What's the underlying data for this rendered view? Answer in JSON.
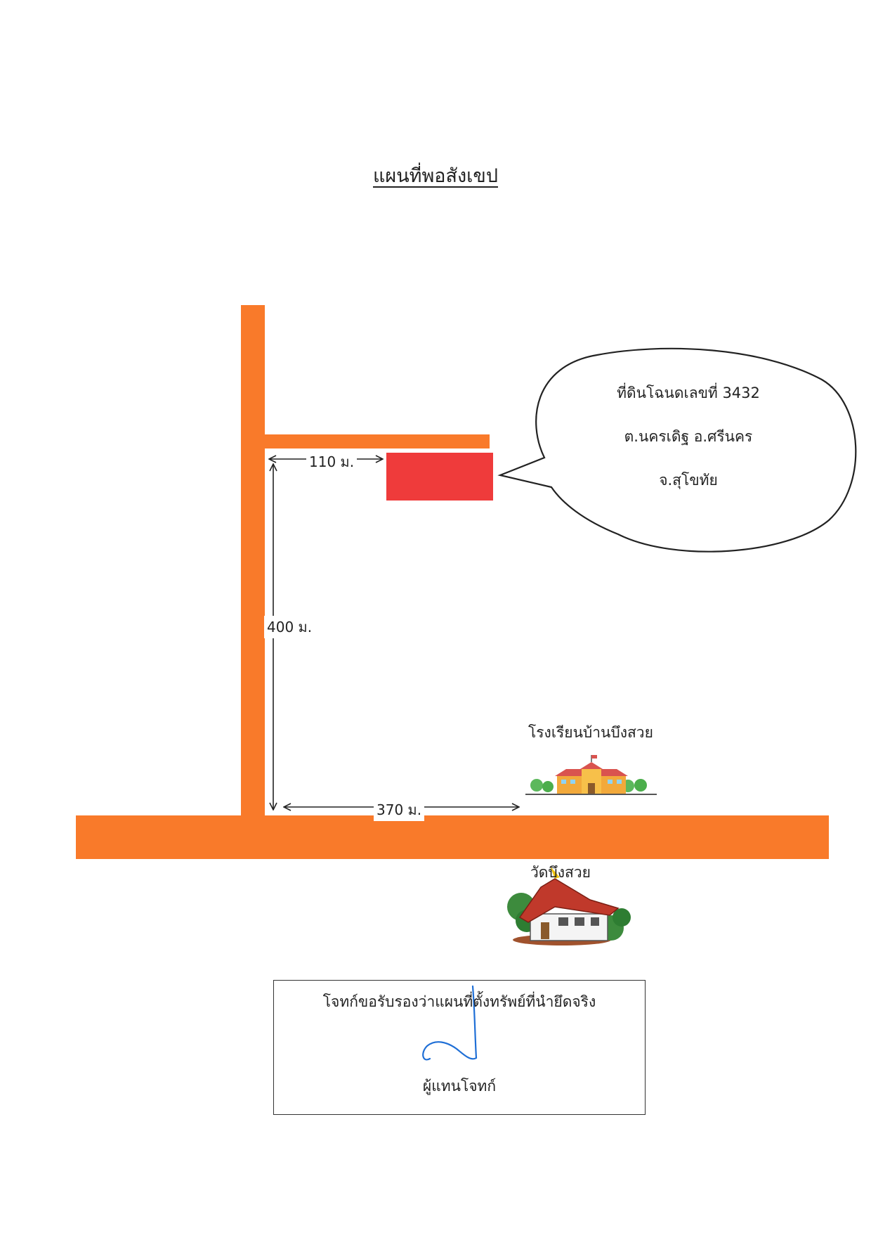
{
  "title": "แผนที่พอสังเขป",
  "colors": {
    "road": "#f97a2a",
    "parcel": "#ef3b3b",
    "signature": "#1f6fd6"
  },
  "parcel_info": {
    "line1": "ที่ดินโฉนดเลขที่ 3432",
    "line2": "ต.นครเดิฐ อ.ศรีนคร",
    "line3": "จ.สุโขทัย"
  },
  "distances": {
    "top": "110 ม.",
    "vertical": "400 ม.",
    "bottom": "370 ม."
  },
  "landmarks": {
    "school": "โรงเรียนบ้านบึงสวย",
    "temple": "วัดบึงสวย"
  },
  "certification": {
    "statement": "โจทก์ขอรับรองว่าแผนที่ตั้งทรัพย์ที่นำยึดจริง",
    "signer": "ผู้แทนโจทก์"
  },
  "icons": {
    "school": "school-building-icon",
    "temple": "temple-icon"
  }
}
